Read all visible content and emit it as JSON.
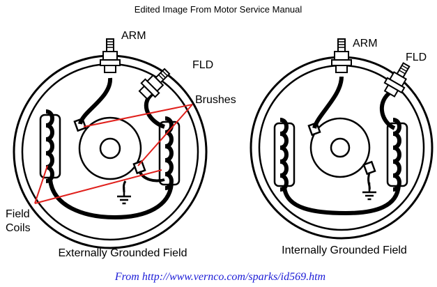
{
  "title": "Edited Image From Motor Service Manual",
  "left_diagram": {
    "caption": "Externally Grounded Field",
    "arm_label": "ARM",
    "fld_label": "FLD",
    "brushes_label": "Brushes",
    "field_label": "Field",
    "coils_label": "Coils"
  },
  "right_diagram": {
    "caption": "Internally Grounded Field",
    "arm_label": "ARM",
    "fld_label": "FLD"
  },
  "source": "From http://www.vernco.com/sparks/id569.htm",
  "colors": {
    "ink": "#000000",
    "pointer": "#e0201c",
    "source_link": "#1a1ad6"
  }
}
